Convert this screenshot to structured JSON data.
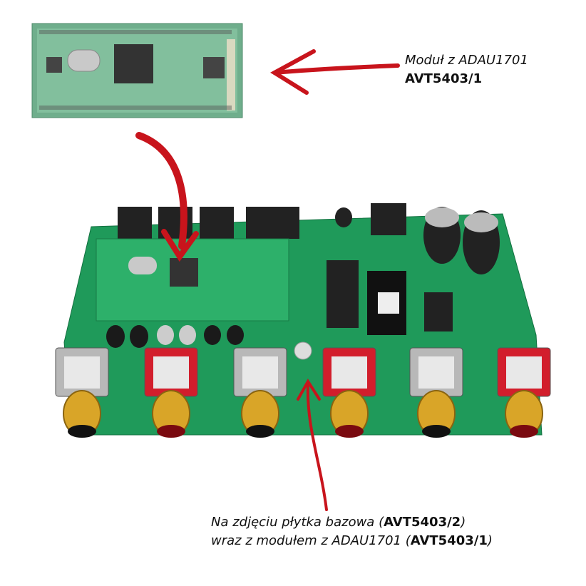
{
  "module_caption": {
    "line1": "Moduł z ADAU1701",
    "line2": "AVT5403/1"
  },
  "board_caption": {
    "line1_prefix": "Na zdjęciu płytka bazowa (",
    "line1_bold": "AVT5403/2",
    "line1_suffix": ")",
    "line2_prefix": "wraz z modułem z ADAU1701 (",
    "line2_bold": "AVT5403/1",
    "line2_suffix": ")"
  },
  "colors": {
    "pcb": "#1f9a5a",
    "arrow": "#c8141c",
    "gold": "#d9a528"
  },
  "rca_jacks": [
    {
      "body": "silver"
    },
    {
      "body": "red"
    },
    {
      "body": "silver"
    },
    {
      "body": "red"
    },
    {
      "body": "silver"
    },
    {
      "body": "red"
    }
  ]
}
